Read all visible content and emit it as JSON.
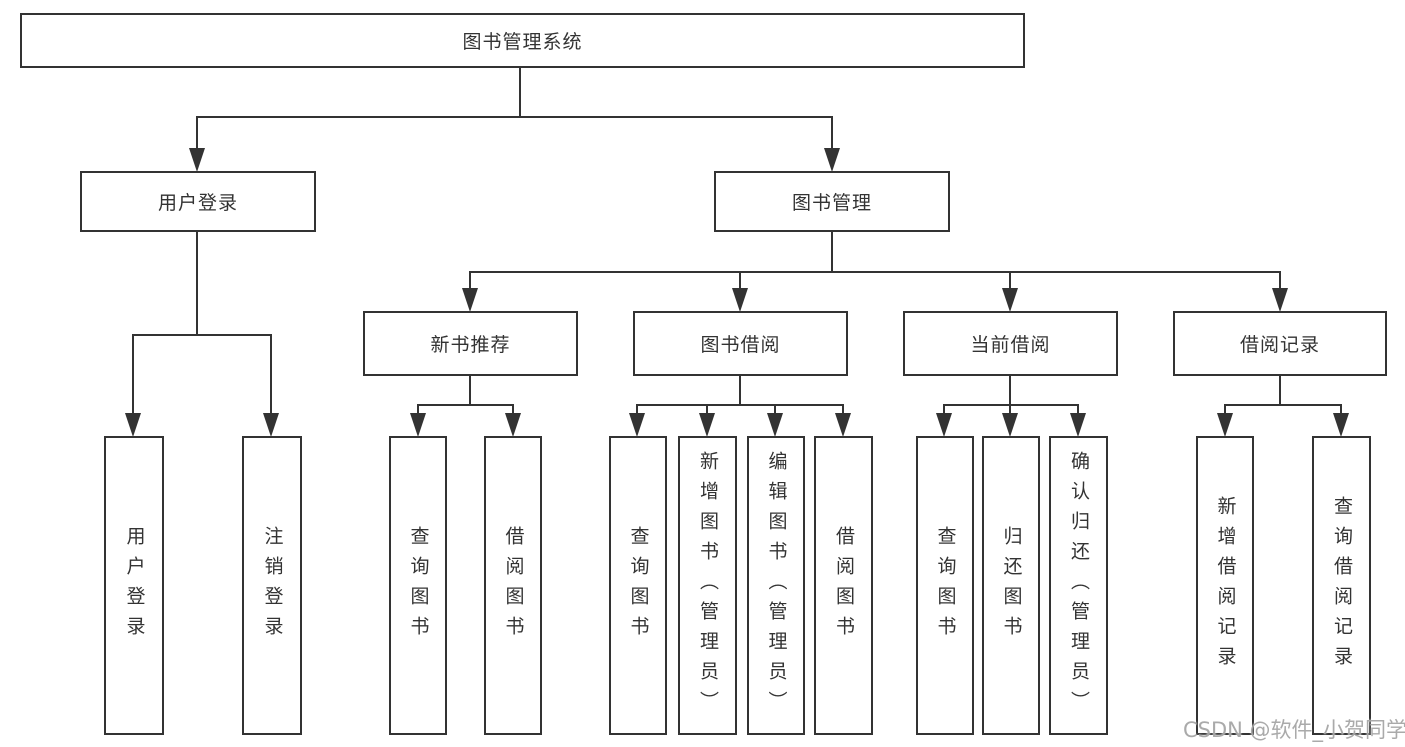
{
  "nodes": {
    "root": "图书管理系统",
    "user_login": "用户登录",
    "book_mgmt": "图书管理",
    "new_book": "新书推荐",
    "book_borrow": "图书借阅",
    "current_borrow": "当前借阅",
    "borrow_record": "借阅记录",
    "leaf_user_login": "用户登录",
    "leaf_logout": "注销登录",
    "leaf_nb_query": "查询图书",
    "leaf_nb_borrow": "借阅图书",
    "leaf_bb_query": "查询图书",
    "leaf_bb_add": "新增图书（管理员）",
    "leaf_bb_edit": "编辑图书（管理员）",
    "leaf_bb_borrow": "借阅图书",
    "leaf_cb_query": "查询图书",
    "leaf_cb_return": "归还图书",
    "leaf_cb_confirm": "确认归还（管理员）",
    "leaf_br_add": "新增借阅记录",
    "leaf_br_query": "查询借阅记录"
  },
  "watermark": "CSDN @软件_小贺同学",
  "colors": {
    "line": "#333333",
    "text": "#333333",
    "background": "#ffffff",
    "watermark": "#a3a3a3"
  }
}
